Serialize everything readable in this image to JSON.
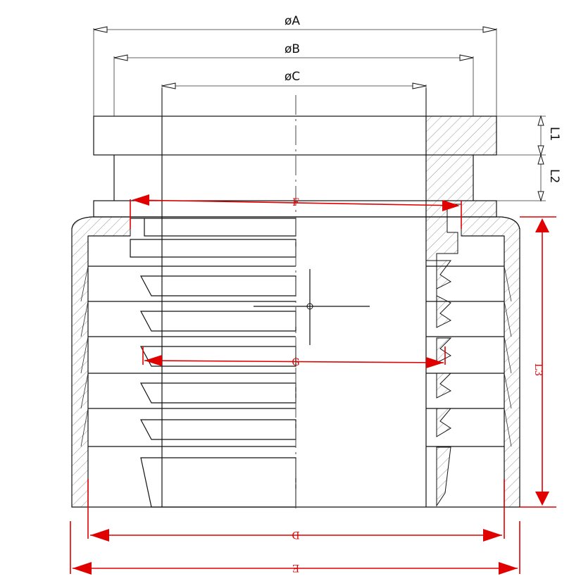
{
  "drawing": {
    "title": "",
    "dimensions": {
      "dia_a": "øA",
      "dia_b": "øB",
      "dia_c": "øC",
      "l1": "L1",
      "l2": "L2",
      "l3": "L3",
      "f": "F",
      "g": "G",
      "d": "D",
      "e": "E"
    }
  }
}
